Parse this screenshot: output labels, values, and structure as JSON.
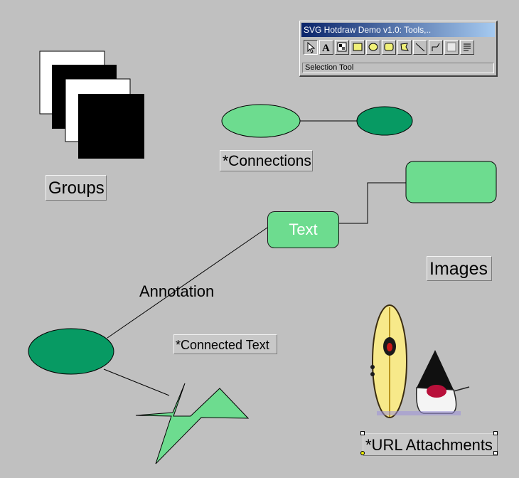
{
  "toolbar_window": {
    "title": "SVG Hotdraw Demo v1.0: Tools,..",
    "status": "Selection Tool",
    "tools": [
      "selection-tool-icon",
      "text-tool-icon",
      "image-tool-icon",
      "rectangle-tool-icon",
      "ellipse-tool-icon",
      "rounded-rectangle-tool-icon",
      "polygon-tool-icon",
      "line-tool-icon",
      "connection-tool-icon",
      "group-tool-icon",
      "text-area-tool-icon"
    ]
  },
  "canvas": {
    "labels": {
      "groups": "Groups",
      "connections": "*Connections",
      "images": "Images",
      "connected_text": "*Connected Text",
      "url_attachments": "*URL Attachments",
      "annotation": "Annotation",
      "text_shape": "Text"
    },
    "colors": {
      "background": "#c0c0c0",
      "light_green": "#6ddc8f",
      "dark_green": "#079a63",
      "black": "#000000",
      "white": "#ffffff"
    }
  }
}
